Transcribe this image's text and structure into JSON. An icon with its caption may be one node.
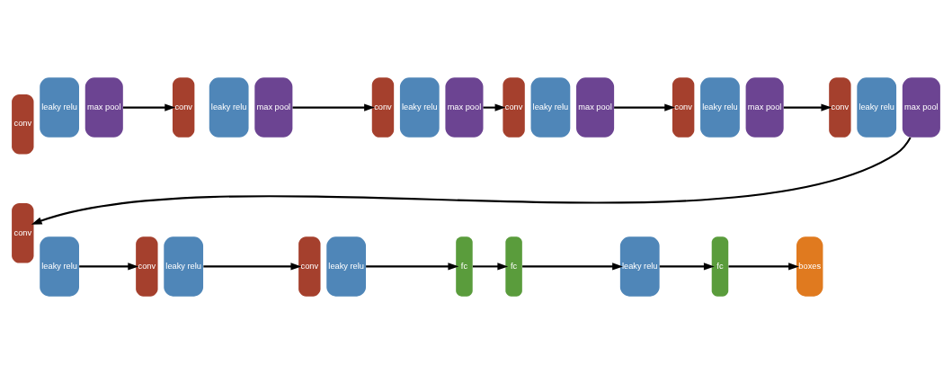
{
  "diagram": {
    "nodes": [
      {
        "text": [
          "conv"
        ]
      },
      {
        "text": [
          "leaky relu"
        ]
      },
      {
        "text": [
          "max pool"
        ]
      },
      {
        "text": [
          "conv"
        ]
      },
      {
        "text": [
          "leaky relu"
        ]
      },
      {
        "text": [
          "max pool"
        ]
      },
      {
        "text": [
          "conv"
        ]
      },
      {
        "text": [
          "leaky relu"
        ]
      },
      {
        "text": [
          "max pool"
        ]
      },
      {
        "text": [
          "conv"
        ]
      },
      {
        "text": [
          "leaky relu"
        ]
      },
      {
        "text": [
          "max pool"
        ]
      },
      {
        "text": [
          "conv"
        ]
      },
      {
        "text": [
          "leaky relu"
        ]
      },
      {
        "text": [
          "max pool"
        ]
      },
      {
        "text": [
          "conv"
        ]
      },
      {
        "text": [
          "leaky relu"
        ]
      },
      {
        "text": [
          "max pool"
        ]
      },
      {
        "text": [
          "conv"
        ]
      },
      {
        "text": [
          "leaky relu"
        ]
      },
      {
        "text": [
          "conv"
        ]
      },
      {
        "text": [
          "leaky relu"
        ]
      },
      {
        "text": [
          "conv"
        ]
      },
      {
        "text": [
          "leaky relu"
        ]
      },
      {
        "text": [
          "fc"
        ]
      },
      {
        "text": [
          "fc"
        ]
      },
      {
        "text": [
          "leaky relu"
        ]
      },
      {
        "text": [
          "fc"
        ]
      },
      {
        "text": [
          "boxes"
        ]
      }
    ],
    "edges": [
      {
        "from": 2,
        "to": 3,
        "arrow": "to"
      },
      {
        "from": 5,
        "to": 6,
        "arrow": "to"
      },
      {
        "from": 8,
        "to": 9,
        "arrow": "to"
      },
      {
        "from": 11,
        "to": 12,
        "arrow": "to"
      },
      {
        "from": 14,
        "to": 15,
        "arrow": "to"
      },
      {
        "from": 17,
        "to": 18,
        "arrow": "to"
      },
      {
        "from": 19,
        "to": 20,
        "arrow": "to"
      },
      {
        "from": 21,
        "to": 22,
        "arrow": "to"
      },
      {
        "from": 23,
        "to": 24,
        "arrow": "to"
      },
      {
        "from": 24,
        "to": 25,
        "arrow": "to"
      },
      {
        "from": 25,
        "to": 26,
        "arrow": "to"
      },
      {
        "from": 26,
        "to": 27,
        "arrow": "to"
      },
      {
        "from": 27,
        "to": 28,
        "arrow": "to"
      }
    ]
  }
}
